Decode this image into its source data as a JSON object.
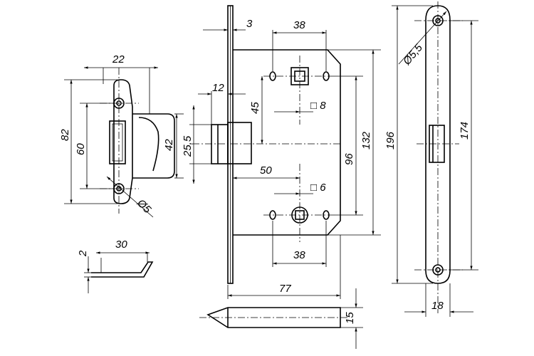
{
  "dimensions": {
    "strike_width": "22",
    "strike_height_total": "82",
    "strike_hole_spacing": "60",
    "strike_lip_height": "42",
    "strike_hole_dia": "Ø5",
    "strike_thickness": "2",
    "strike_lip_length": "30",
    "faceplate_thickness": "3",
    "spindle_spacing_top": "38",
    "latch_offset": "12",
    "latch_height": "25,5",
    "spindle_to_latch_v": "45",
    "spindle_square_top": "□ 8",
    "backset": "50",
    "spindle_square_bottom": "□ 6",
    "spindle_spacing_bottom": "38",
    "center_distance": "96",
    "case_height": "132",
    "case_depth": "77",
    "latch_width": "15",
    "faceplate_height": "196",
    "faceplate_hole_spacing": "174",
    "faceplate_hole_dia": "Ø5,5",
    "faceplate_width": "18"
  }
}
